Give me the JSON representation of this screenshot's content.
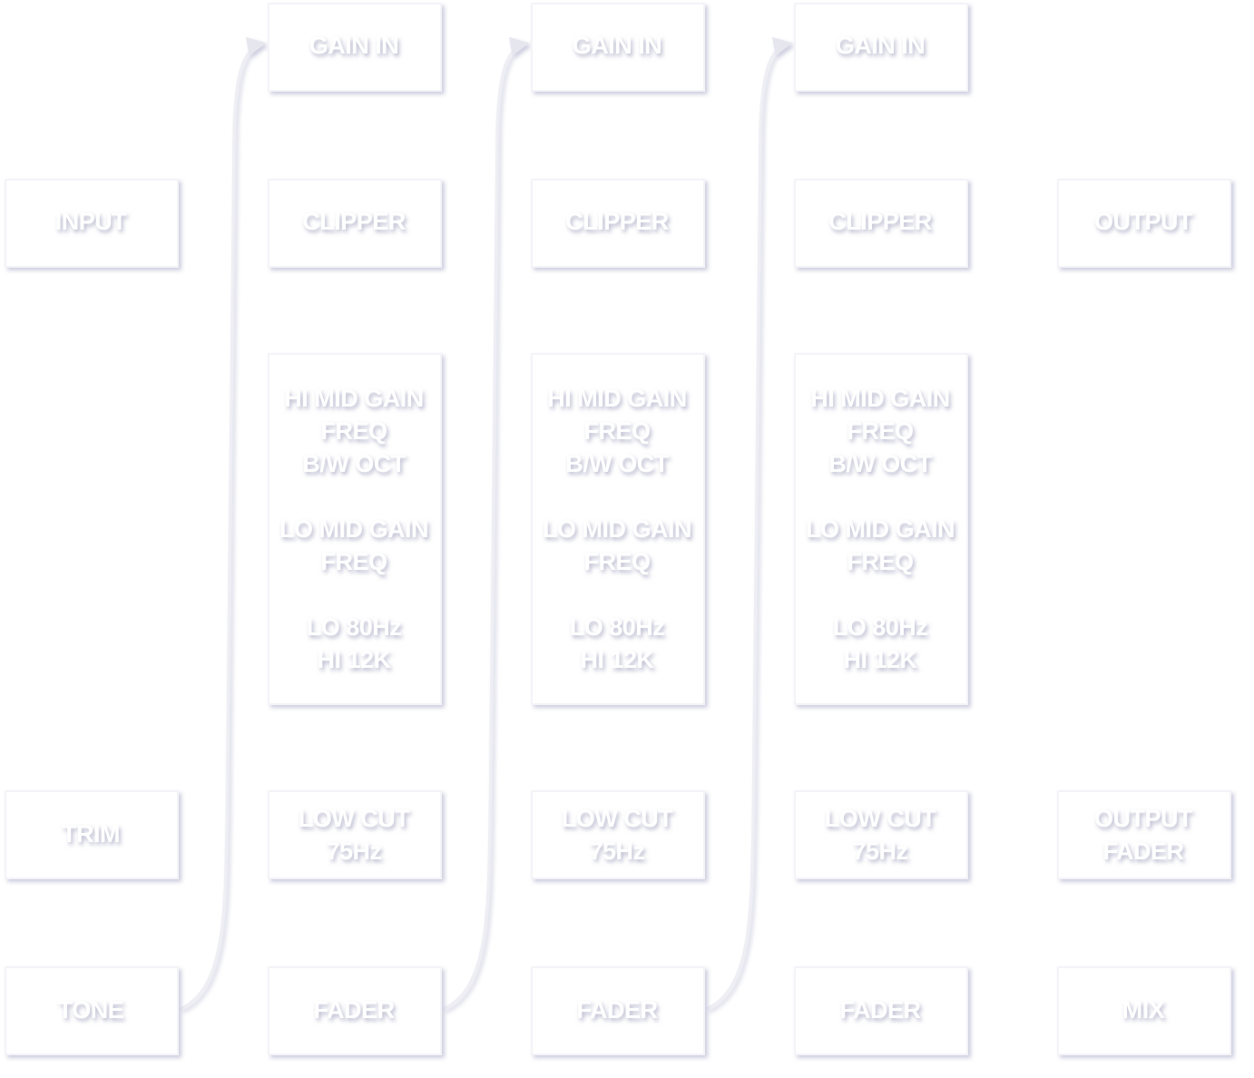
{
  "colors": {
    "background": "#ffffff",
    "box_fill": "#ffffff",
    "line": "#eeeef4",
    "shadow": "#c8c8dc"
  },
  "blocks": {
    "input": [
      "INPUT"
    ],
    "trim": [
      "TRIM"
    ],
    "tone": [
      "TONE"
    ],
    "gain_in_1": [
      "GAIN IN"
    ],
    "gain_in_2": [
      "GAIN IN"
    ],
    "gain_in_3": [
      "GAIN IN"
    ],
    "clipper_1": [
      "CLIPPER"
    ],
    "clipper_2": [
      "CLIPPER"
    ],
    "clipper_3": [
      "CLIPPER"
    ],
    "eq_1": [
      "HI MID GAIN",
      "FREQ",
      "B/W OCT",
      "",
      "LO MID GAIN",
      "FREQ",
      "",
      "LO 80Hz",
      "HI 12K"
    ],
    "eq_2": [
      "HI MID GAIN",
      "FREQ",
      "B/W OCT",
      "",
      "LO MID GAIN",
      "FREQ",
      "",
      "LO 80Hz",
      "HI 12K"
    ],
    "eq_3": [
      "HI MID GAIN",
      "FREQ",
      "B/W OCT",
      "",
      "LO MID GAIN",
      "FREQ",
      "",
      "LO 80Hz",
      "HI 12K"
    ],
    "low_cut_1": [
      "LOW CUT",
      "75Hz"
    ],
    "low_cut_2": [
      "LOW CUT",
      "75Hz"
    ],
    "low_cut_3": [
      "LOW CUT",
      "75Hz"
    ],
    "fader_1": [
      "FADER"
    ],
    "fader_2": [
      "FADER"
    ],
    "fader_3": [
      "FADER"
    ],
    "output": [
      "OUTPUT"
    ],
    "output_fader": [
      "OUTPUT",
      "FADER"
    ],
    "mix": [
      "MIX"
    ]
  }
}
